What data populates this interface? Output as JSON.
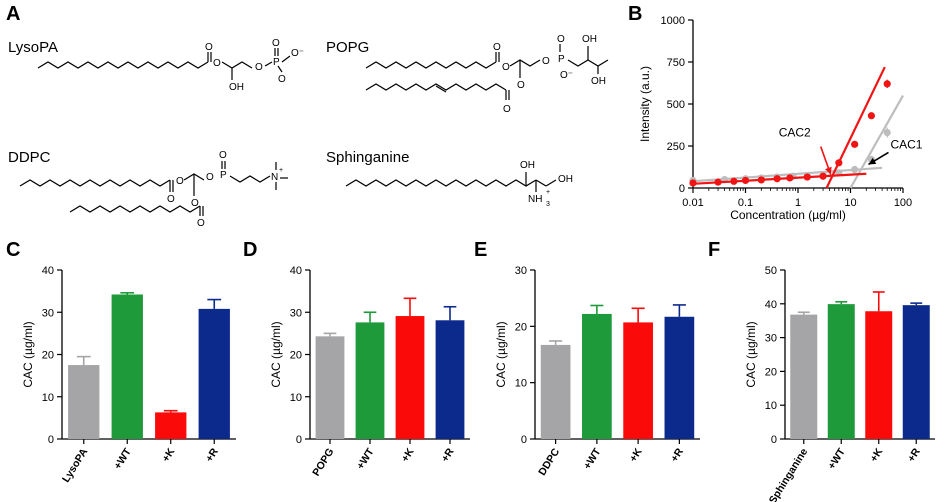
{
  "figure": {
    "panel_labels": [
      "A",
      "B",
      "C",
      "D",
      "E",
      "F"
    ],
    "structures": {
      "lysopa": {
        "name": "LysoPA",
        "atoms": {
          "o1": "O",
          "o2": "O",
          "p": "P",
          "o3": "O",
          "o4": "O",
          "o5": "O⁻",
          "o6": "O",
          "oh": "OH"
        }
      },
      "popg": {
        "name": "POPG",
        "atoms": {
          "o1": "O",
          "o2": "O",
          "p": "P",
          "o3": "O",
          "o4": "O",
          "o5": "O⁻",
          "oh1": "OH",
          "oh2": "OH",
          "o6": "O",
          "o7": "O"
        }
      },
      "ddpc": {
        "name": "DDPC",
        "atoms": {
          "o1": "O",
          "o2": "O",
          "p": "P",
          "o3": "O",
          "o4": "O",
          "n": "N",
          "plus": "+",
          "o5": "O",
          "o6": "O"
        }
      },
      "sphinganine": {
        "name": "Sphinganine",
        "atoms": {
          "oh1": "OH",
          "oh2": "OH",
          "nh": "NH",
          "sub": "3",
          "plus": "+"
        }
      }
    }
  },
  "colors": {
    "gray": "#a5a5a8",
    "green": "#1e9a3a",
    "red": "#fb0a0a",
    "blue": "#0c2a8c",
    "b_red": "#f01414",
    "b_gray": "#bdbdbd"
  },
  "chart_data": [
    {
      "panel": "B",
      "type": "scatter",
      "xlabel": "Concentration (µg/ml)",
      "ylabel": "Intensity (a.u.)",
      "xscale": "log",
      "xlim": [
        0.01,
        100
      ],
      "ylim": [
        0,
        1000
      ],
      "xticks": [
        0.01,
        0.1,
        1,
        10,
        100
      ],
      "xtick_labels": [
        "0.01",
        "0.1",
        "1",
        "10",
        "100"
      ],
      "yticks": [
        0,
        250,
        500,
        750,
        1000
      ],
      "ytick_labels": [
        "0",
        "250",
        "500",
        "750",
        "1000"
      ],
      "series": [
        {
          "color": "red",
          "x": [
            0.01,
            0.03,
            0.06,
            0.1,
            0.2,
            0.4,
            0.7,
            1.5,
            3,
            6,
            12,
            25,
            50
          ],
          "y": [
            30,
            35,
            40,
            45,
            48,
            55,
            60,
            65,
            70,
            150,
            260,
            430,
            620
          ],
          "error": [
            0,
            0,
            0,
            0,
            0,
            0,
            0,
            0,
            0,
            0,
            0,
            0,
            25
          ],
          "fit_low": {
            "x": [
              0.01,
              20
            ],
            "y": [
              25,
              85
            ]
          },
          "fit_high": {
            "x": [
              3.5,
              45
            ],
            "y": [
              0,
              720
            ]
          }
        },
        {
          "color": "gray",
          "x": [
            0.01,
            0.04,
            0.1,
            0.2,
            0.4,
            0.8,
            1.5,
            3,
            6,
            12,
            25,
            50
          ],
          "y": [
            45,
            50,
            55,
            60,
            65,
            70,
            72,
            80,
            90,
            110,
            170,
            330
          ],
          "error": [
            0,
            0,
            0,
            0,
            0,
            0,
            0,
            0,
            0,
            0,
            0,
            30
          ],
          "fit_low": {
            "x": [
              0.01,
              40
            ],
            "y": [
              40,
              120
            ]
          },
          "fit_high": {
            "x": [
              10,
              100
            ],
            "y": [
              0,
              550
            ]
          }
        }
      ],
      "annotations": [
        {
          "text": "CAC2",
          "target_x": 4.2,
          "target_y": 80,
          "color": "red"
        },
        {
          "text": "CAC1",
          "target_x": 22,
          "target_y": 140,
          "color": "black"
        }
      ]
    },
    {
      "panel": "C",
      "type": "bar",
      "ylabel": "CAC (µg/ml)",
      "ylim": [
        0,
        40
      ],
      "yticks": [
        0,
        10,
        20,
        30,
        40
      ],
      "categories": [
        "LysoPA",
        "+WT",
        "+K",
        "+R"
      ],
      "values": [
        17.5,
        34.2,
        6.3,
        30.8
      ],
      "errors": [
        2,
        0.4,
        0.4,
        2.2
      ],
      "bar_colors": [
        "gray",
        "green",
        "red",
        "blue"
      ]
    },
    {
      "panel": "D",
      "type": "bar",
      "ylabel": "CAC (µg/ml)",
      "ylim": [
        0,
        40
      ],
      "yticks": [
        0,
        10,
        20,
        30,
        40
      ],
      "categories": [
        "POPG",
        "+WT",
        "+K",
        "+R"
      ],
      "values": [
        24.3,
        27.6,
        29.1,
        28.1
      ],
      "errors": [
        0.7,
        2.4,
        4.2,
        3.2
      ],
      "bar_colors": [
        "gray",
        "green",
        "red",
        "blue"
      ]
    },
    {
      "panel": "E",
      "type": "bar",
      "ylabel": "CAC (µg/ml)",
      "ylim": [
        0,
        30
      ],
      "yticks": [
        0,
        10,
        20,
        30
      ],
      "categories": [
        "DDPC",
        "+WT",
        "+K",
        "+R"
      ],
      "values": [
        16.7,
        22.2,
        20.7,
        21.7
      ],
      "errors": [
        0.7,
        1.5,
        2.5,
        2.1
      ],
      "bar_colors": [
        "gray",
        "green",
        "red",
        "blue"
      ]
    },
    {
      "panel": "F",
      "type": "bar",
      "ylabel": "CAC (µg/ml)",
      "ylim": [
        0,
        50
      ],
      "yticks": [
        0,
        10,
        20,
        30,
        40,
        50
      ],
      "categories": [
        "Sphinganine",
        "+WT",
        "+K",
        "+R"
      ],
      "values": [
        36.8,
        39.9,
        37.8,
        39.6
      ],
      "errors": [
        0.7,
        0.7,
        5.7,
        0.6
      ],
      "bar_colors": [
        "gray",
        "green",
        "red",
        "blue"
      ]
    }
  ]
}
